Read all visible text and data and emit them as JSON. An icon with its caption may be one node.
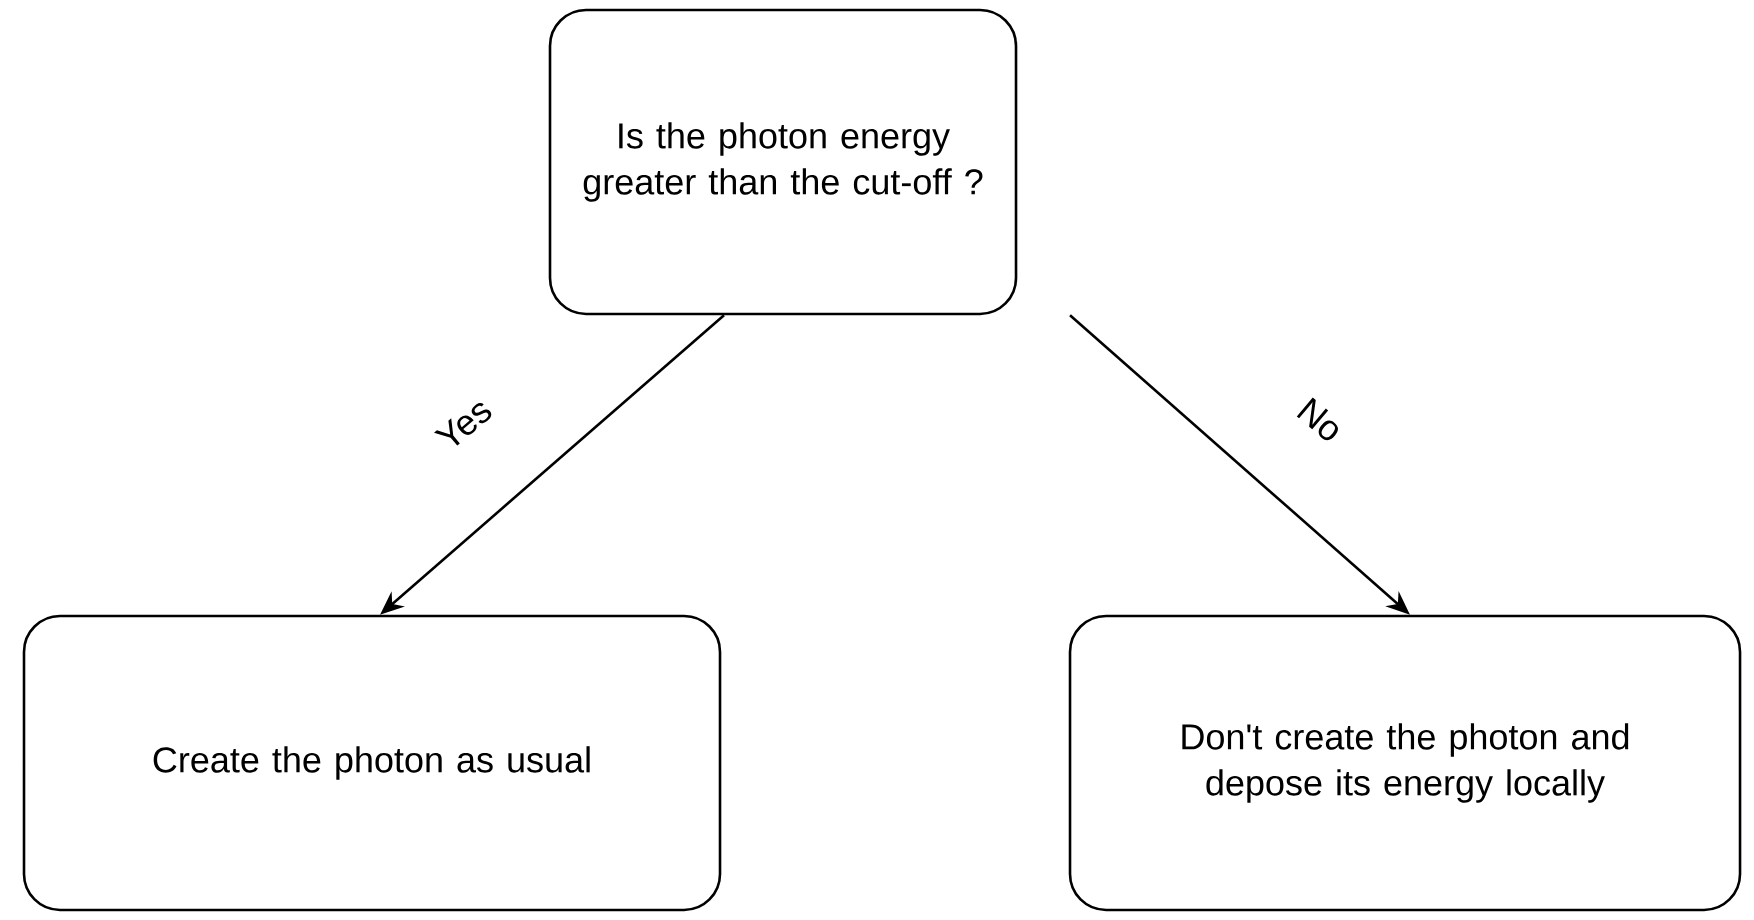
{
  "diagram": {
    "nodes": [
      {
        "text": [
          "Is the photon energy greater than the cut-off ?"
        ]
      },
      {
        "text": [
          "Create the photon as usual"
        ]
      },
      {
        "text": [
          "Don't create the photon and depose its energy locally"
        ]
      }
    ],
    "edges": [
      {
        "from": 0,
        "to": 1,
        "arrow": "to",
        "label": "Yes"
      },
      {
        "from": 0,
        "to": 2,
        "arrow": "to",
        "label": "No"
      }
    ]
  }
}
